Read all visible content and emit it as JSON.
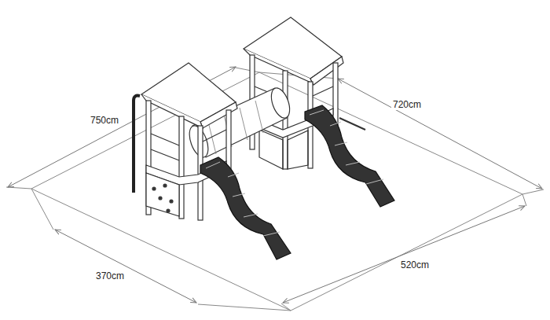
{
  "diagram": {
    "labels": [
      "750cm",
      "720cm",
      "370cm",
      "520cm"
    ]
  }
}
